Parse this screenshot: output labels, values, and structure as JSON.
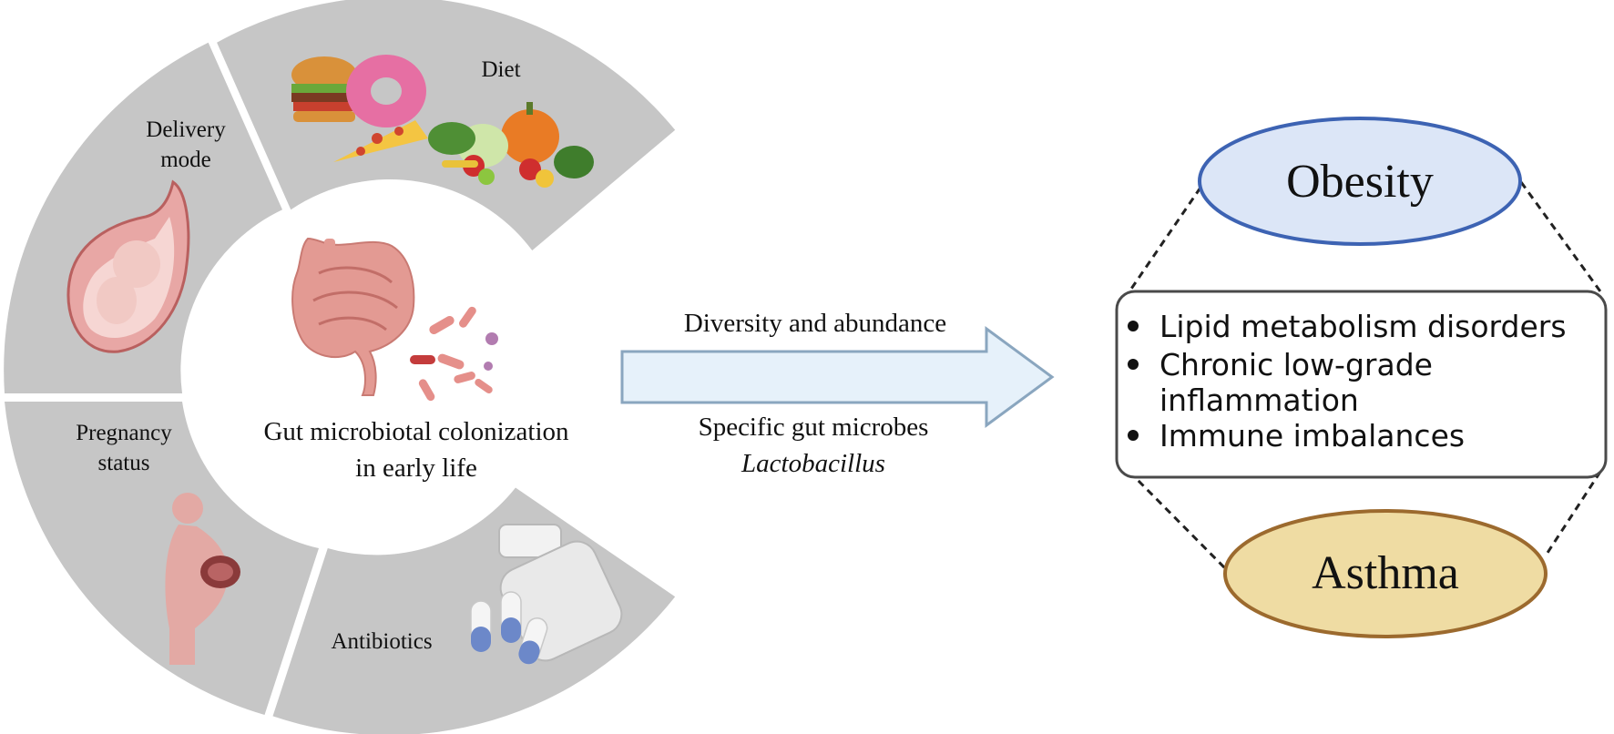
{
  "factors": {
    "diet": "Diet",
    "delivery_mode_line1": "Delivery",
    "delivery_mode_line2": "mode",
    "pregnancy_status_line1": "Pregnancy",
    "pregnancy_status_line2": "status",
    "antibiotics": "Antibiotics"
  },
  "center": {
    "line1": "Gut microbiotal colonization",
    "line2": "in early life"
  },
  "arrow": {
    "top_label": "Diversity and abundance",
    "bottom_line1": "Specific gut microbes",
    "bottom_line2": "Lactobacillus"
  },
  "outcomes": {
    "obesity": "Obesity",
    "asthma": "Asthma",
    "mechanisms": [
      "Lipid metabolism disorders",
      "Chronic low-grade",
      "inflammation",
      "Immune imbalances"
    ]
  },
  "colors": {
    "sector_gray": "#c6c6c6",
    "arrow_fill": "#e6f1fa",
    "arrow_stroke": "#8aa6bf",
    "obesity_fill": "#dce6f7",
    "obesity_stroke": "#3d63b3",
    "asthma_fill": "#efdca3",
    "asthma_stroke": "#9c6a2e",
    "box_stroke": "#4a4a4a"
  }
}
